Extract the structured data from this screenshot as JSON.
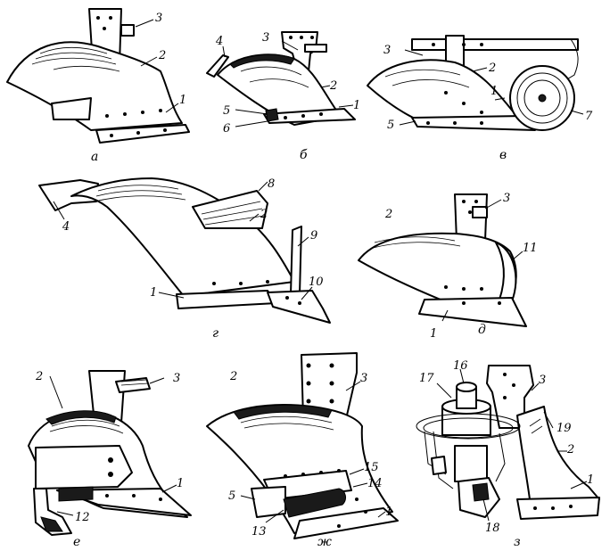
{
  "panels": [
    {
      "id": "a",
      "caption": "а",
      "labels": [
        "3",
        "2",
        "1"
      ]
    },
    {
      "id": "b",
      "caption": "б",
      "labels": [
        "4",
        "3",
        "2",
        "5",
        "6",
        "1"
      ]
    },
    {
      "id": "v",
      "caption": "в",
      "labels": [
        "3",
        "2",
        "1",
        "5",
        "7"
      ]
    },
    {
      "id": "g",
      "caption": "г",
      "labels": [
        "4",
        "8",
        "2",
        "9",
        "1",
        "10"
      ]
    },
    {
      "id": "d",
      "caption": "д",
      "labels": [
        "3",
        "2",
        "11",
        "1"
      ]
    },
    {
      "id": "e",
      "caption": "е",
      "labels": [
        "2",
        "3",
        "1",
        "12"
      ]
    },
    {
      "id": "zh",
      "caption": "ж",
      "labels": [
        "2",
        "3",
        "15",
        "14",
        "5",
        "1",
        "13"
      ]
    },
    {
      "id": "z",
      "caption": "з",
      "labels": [
        "17",
        "16",
        "3",
        "19",
        "2",
        "1",
        "18"
      ]
    }
  ]
}
